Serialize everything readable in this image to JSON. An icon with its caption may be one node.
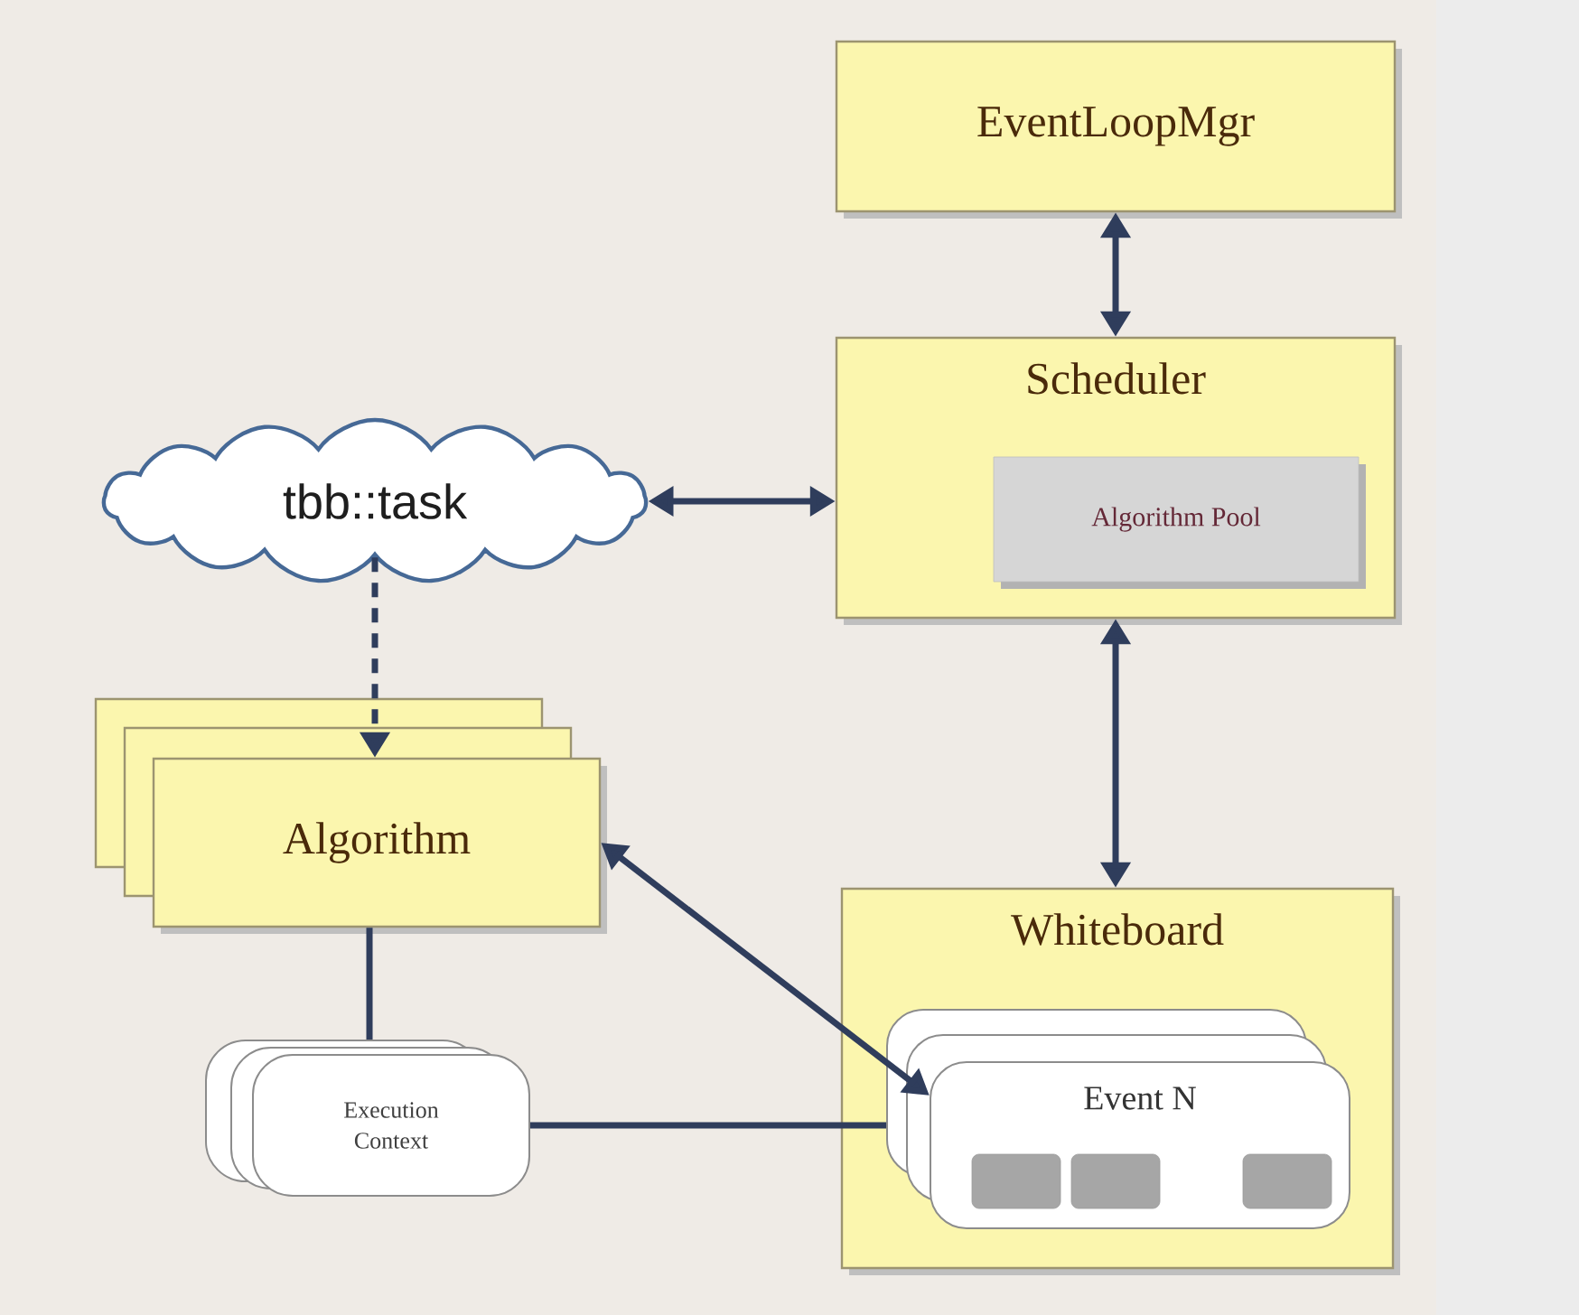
{
  "diagram": {
    "nodes": [
      {
        "text": [
          "EventLoopMgr"
        ]
      },
      {
        "text": [
          "Scheduler"
        ]
      },
      {
        "text": [
          "Algorithm Pool"
        ],
        "in": 1
      },
      {
        "text": [
          "tbb::task"
        ]
      },
      {
        "text": [
          "Algorithm"
        ]
      },
      {
        "text": [
          "Whiteboard"
        ]
      },
      {
        "text": [
          "Event N"
        ],
        "in": 5
      },
      {
        "text": [
          "Execution Context"
        ]
      }
    ],
    "edges": [
      {
        "from": 0,
        "to": 1,
        "arrow": "both"
      },
      {
        "from": 3,
        "to": 1,
        "arrow": "both"
      },
      {
        "from": 3,
        "to": 4,
        "arrow": "to",
        "style": "dashed"
      },
      {
        "from": 1,
        "to": 5,
        "arrow": "both"
      },
      {
        "from": 4,
        "to": 6,
        "arrow": "both"
      },
      {
        "from": 4,
        "to": 7,
        "arrow": "none"
      },
      {
        "from": 7,
        "to": 6,
        "arrow": "none"
      }
    ]
  }
}
